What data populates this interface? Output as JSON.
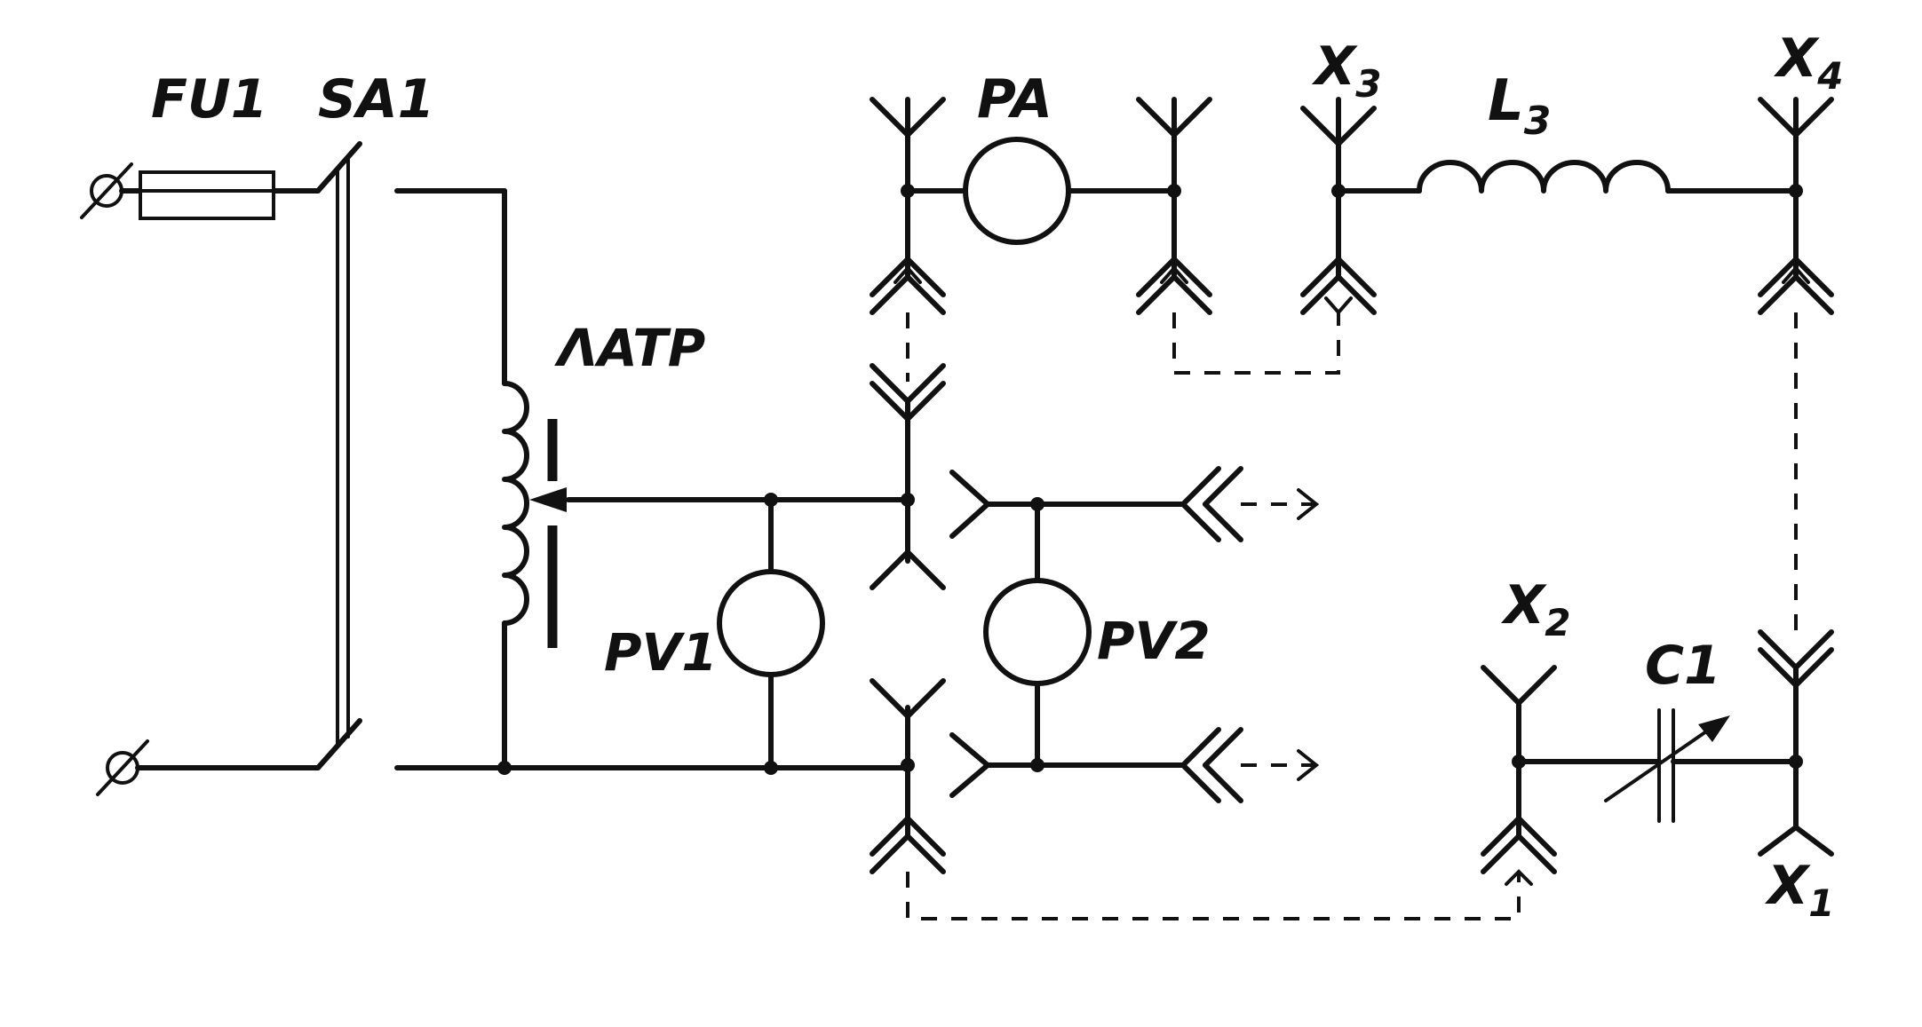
{
  "labels": {
    "fu1": "FU1",
    "sa1": "SA1",
    "latr": "ΛATP",
    "pa": "PA",
    "pv1": "PV1",
    "pv2": "PV2",
    "l3": "L",
    "l3_sub": "3",
    "c1": "C1",
    "x1": "X",
    "x1_sub": "1",
    "x2": "X",
    "x2_sub": "2",
    "x3": "X",
    "x3_sub": "3",
    "x4": "X",
    "x4_sub": "4"
  },
  "colors": {
    "ink": "#111111",
    "paper": "#ffffff"
  }
}
